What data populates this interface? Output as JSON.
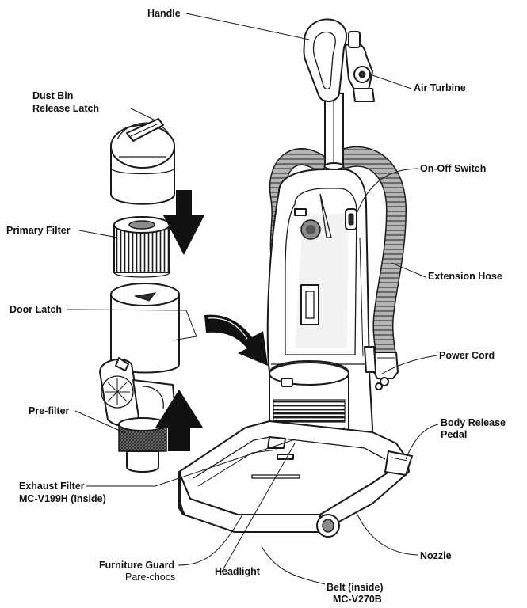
{
  "labels": {
    "handle": "Handle",
    "air_turbine": "Air Turbine",
    "dust_bin_release_latch_line1": "Dust Bin",
    "dust_bin_release_latch_line2": "Release Latch",
    "on_off_switch": "On-Off Switch",
    "primary_filter": "Primary Filter",
    "extension_hose": "Extension Hose",
    "door_latch": "Door Latch",
    "power_cord": "Power Cord",
    "pre_filter": "Pre-filter",
    "body_release_pedal_line1": "Body Release",
    "body_release_pedal_line2": "Pedal",
    "exhaust_filter_line1": "Exhaust Filter",
    "exhaust_filter_line2": "MC-V199H (Inside)",
    "nozzle": "Nozzle",
    "furniture_guard_line1": "Furniture Guard",
    "furniture_guard_line2": "Pare-chocs",
    "headlight": "Headlight",
    "belt_line1": "Belt (inside)",
    "belt_line2": "MC-V270B"
  }
}
